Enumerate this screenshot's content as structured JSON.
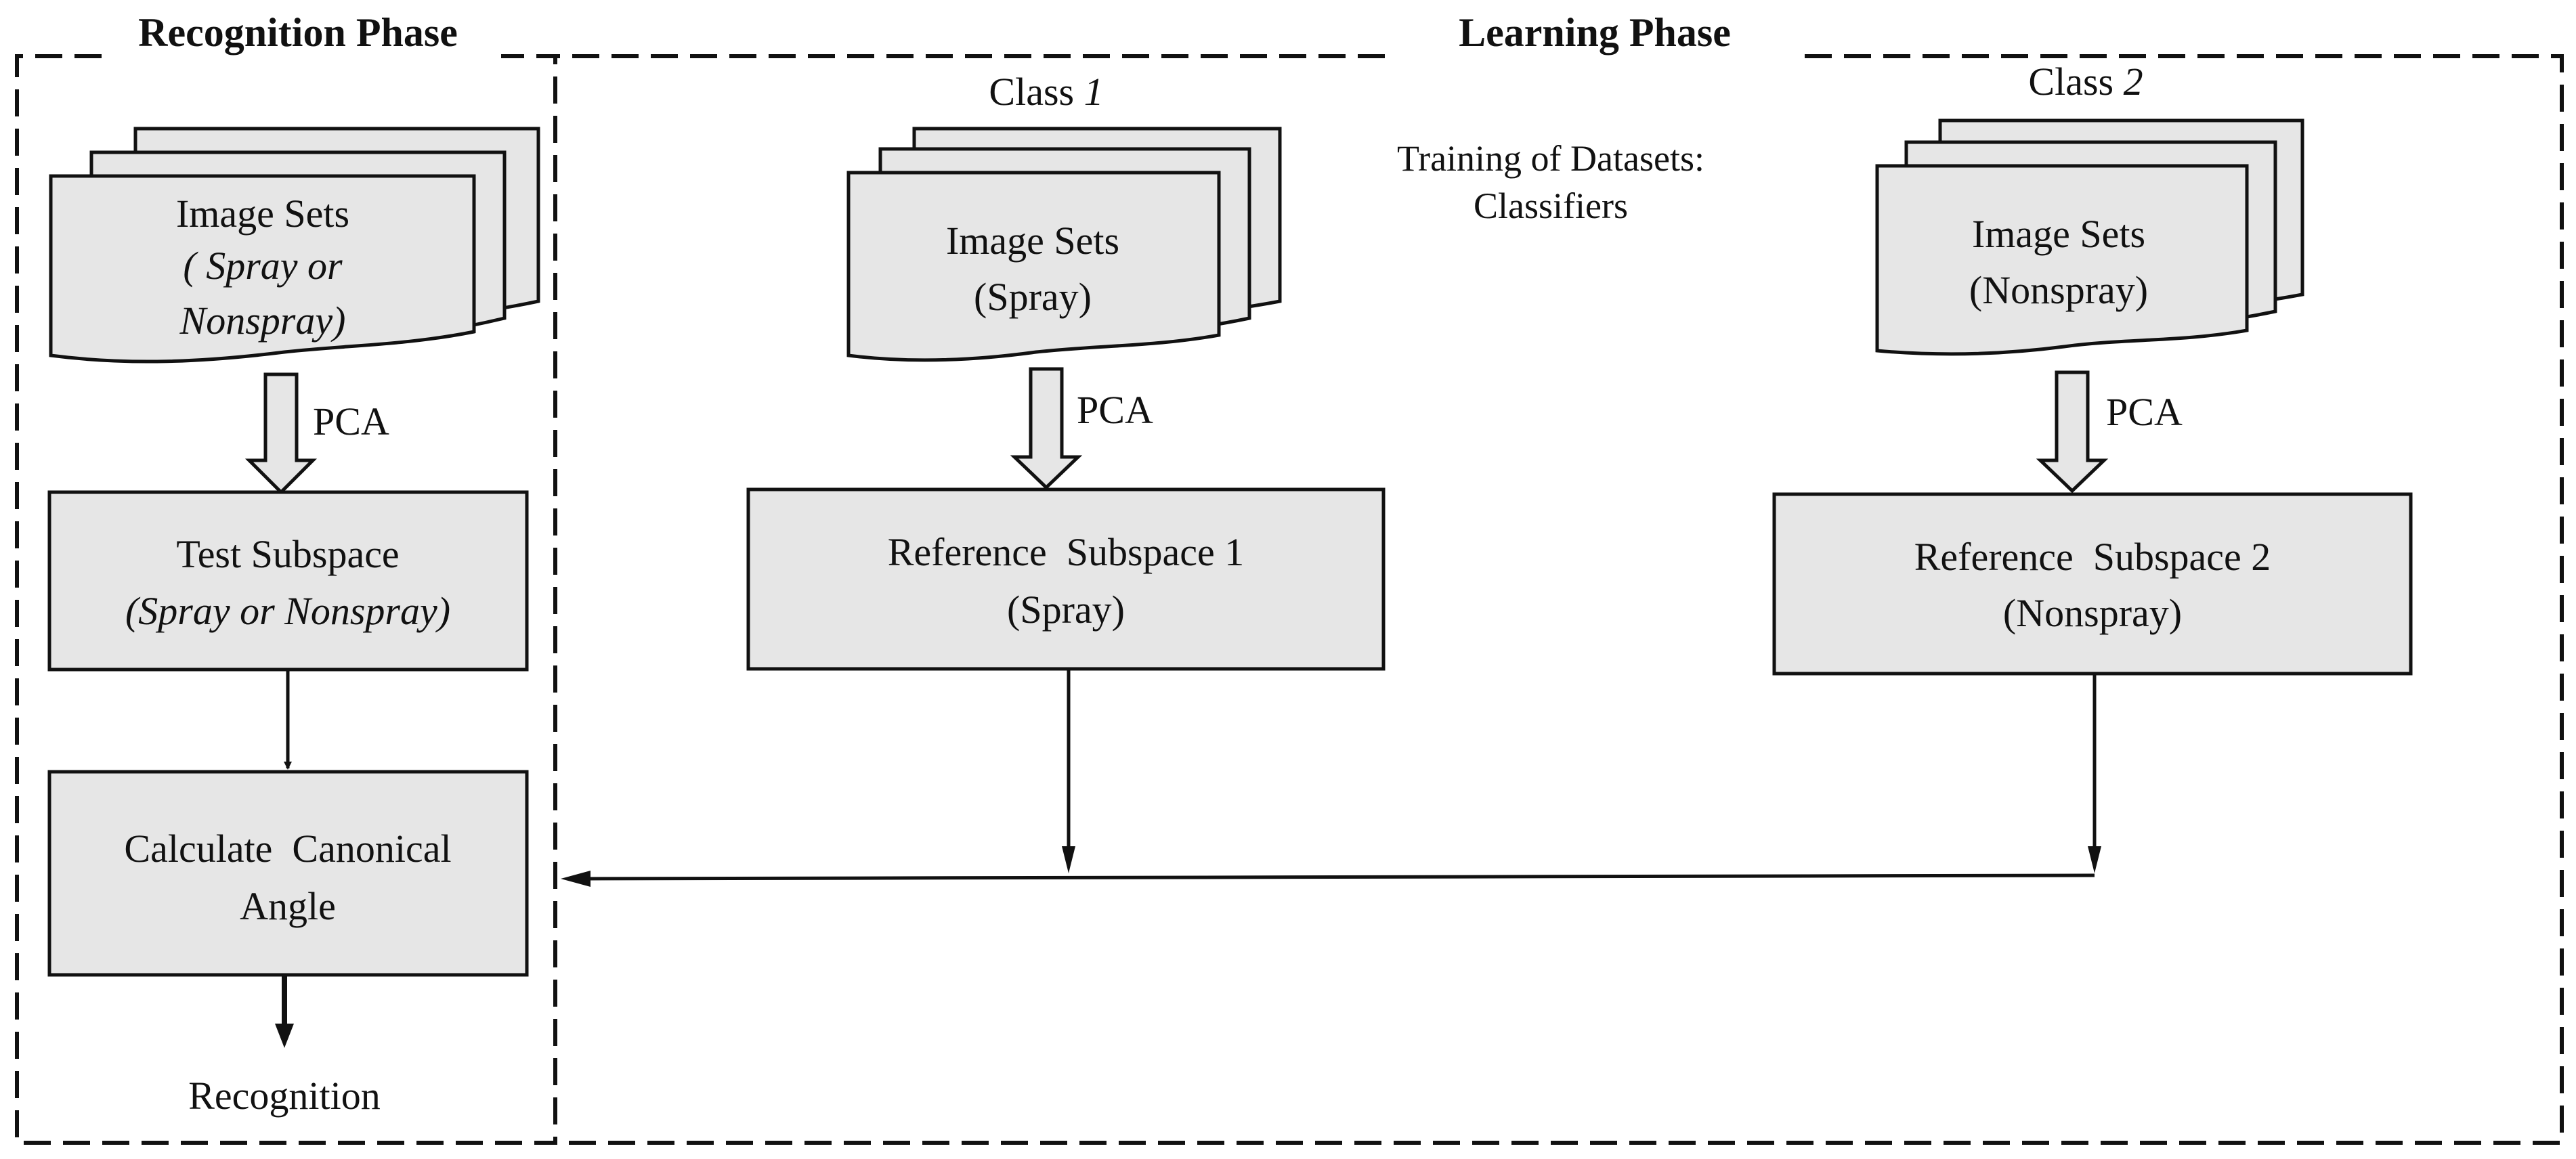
{
  "phases": {
    "recognition": "Recognition Phase",
    "learning": "Learning Phase"
  },
  "recognition": {
    "image_sets": {
      "title": "Image Sets",
      "line2": "( Spray or",
      "line3": "Nonspray)"
    },
    "pca_label": "PCA",
    "test_subspace": {
      "title": "Test Subspace",
      "subtitle": "(Spray or Nonspray)"
    },
    "canonical": {
      "line1": "Calculate  Canonical",
      "line2": "Angle"
    },
    "result": "Recognition"
  },
  "learning": {
    "class1": {
      "label": "Class",
      "index": "1"
    },
    "class2": {
      "label": "Class",
      "index": "2"
    },
    "training_note": {
      "line1": "Training of Datasets:",
      "line2": "Classifiers"
    },
    "image_sets_1": {
      "title": "Image Sets",
      "subtitle": "(Spray)"
    },
    "image_sets_2": {
      "title": "Image Sets",
      "subtitle": "(Nonspray)"
    },
    "pca_label_1": "PCA",
    "pca_label_2": "PCA",
    "ref1": {
      "title": "Reference  Subspace 1",
      "subtitle": "(Spray)"
    },
    "ref2": {
      "title": "Reference  Subspace 2",
      "subtitle": "(Nonspray)"
    }
  },
  "colors": {
    "box_fill": "#e6e6e6",
    "line": "#111111",
    "background": "#ffffff"
  }
}
